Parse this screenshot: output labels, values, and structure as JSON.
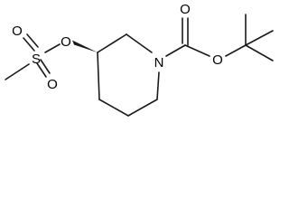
{
  "molecule": {
    "atoms": {
      "n1": "N",
      "o_ester": "O",
      "o_carbonyl": "O",
      "o_ether": "O",
      "s": "S",
      "o_s_up": "O",
      "o_s_down": "O"
    }
  }
}
